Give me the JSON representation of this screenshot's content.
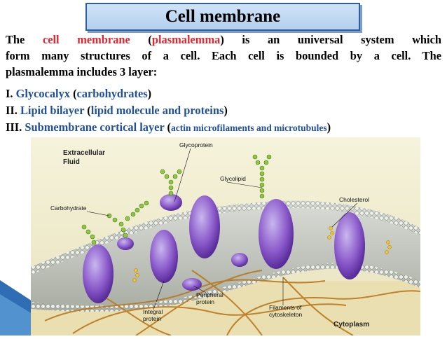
{
  "title": "Cell membrane",
  "intro": {
    "line1_parts": [
      "The ",
      "cell membrane",
      " (",
      "plasmalemma",
      ") is an universal system which"
    ],
    "line2": "form many structures of a cell. Each cell is bounded by a cell. The",
    "line3": "plasmalemma includes 3 layer:"
  },
  "layers": [
    {
      "num": "I. ",
      "name": "Glycocalyx",
      "open": " (",
      "detail": "carbohydrates",
      "close": ")"
    },
    {
      "num": "II. ",
      "name": "Lipid bilayer",
      "open": " (",
      "detail": "lipid molecule and proteins",
      "close": ")"
    },
    {
      "num": "III. ",
      "name": "Submembrane cortical layer",
      "open": " (",
      "detail": "actin microfilaments and microtubules",
      "close": ")"
    }
  ],
  "figure": {
    "extracellular": "Extracellular",
    "fluid": "Fluid",
    "glycoprotein": "Glycoprotein",
    "glycolipid": "Glycolipid",
    "cholesterol": "Cholesterol",
    "carbohydrate": "Carbohydrate",
    "peripheral1": "Peripheral",
    "peripheral2": "protein",
    "integral1": "Integral",
    "integral2": "protein",
    "filaments1": "Filaments of",
    "filaments2": "cytoskeleton",
    "cytoplasm": "Cytoplasm"
  },
  "colors": {
    "accent_red": "#e0262e",
    "accent_blue": "#1f4f9e",
    "title_bg": "#c3dbf3"
  }
}
